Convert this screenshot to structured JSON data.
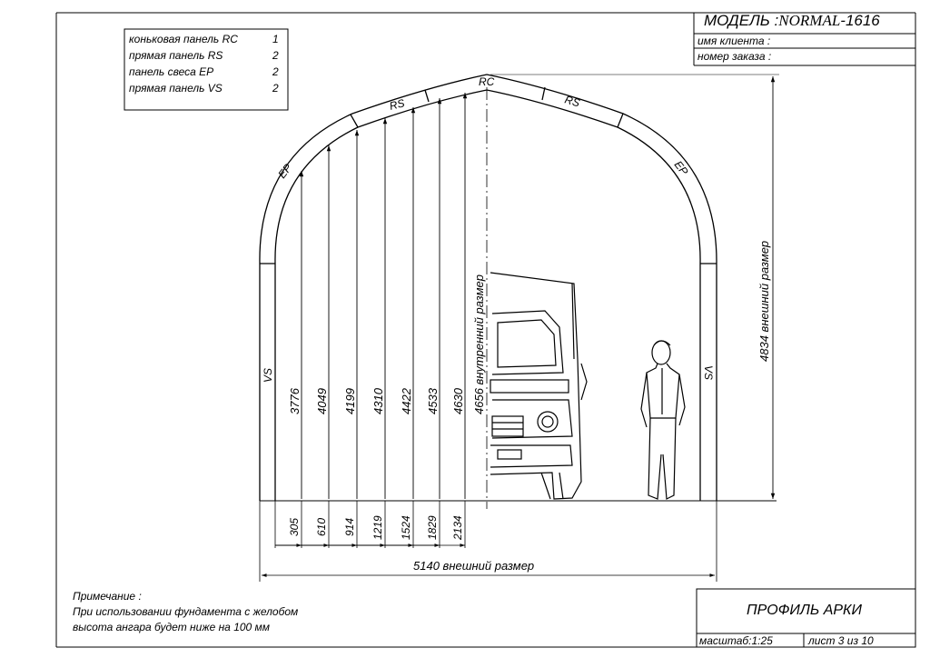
{
  "title_block": {
    "model_label": "МОДЕЛЬ :",
    "model_name": "NORMAL",
    "model_number": "-1616",
    "client_label": "имя клиента :",
    "order_label": "номер заказа :"
  },
  "legend": {
    "rows": [
      {
        "name": "коньковая панель RC",
        "qty": "1"
      },
      {
        "name": "прямая панель RS",
        "qty": "2"
      },
      {
        "name": "панель свеса EP",
        "qty": "2"
      },
      {
        "name": "прямая панель VS",
        "qty": "2"
      }
    ]
  },
  "drawing": {
    "panel_labels": {
      "rc": "RC",
      "rs_left": "RS",
      "rs_right": "RS",
      "ep_left": "EP",
      "ep_right": "EP",
      "vs_left": "VS",
      "vs_right": "VS"
    },
    "heights": [
      "3776",
      "4049",
      "4199",
      "4310",
      "4422",
      "4533",
      "4630"
    ],
    "inner_height": "4656 внутренний размер",
    "outer_height": "4834 внешний размер",
    "offsets": [
      "305",
      "610",
      "914",
      "1219",
      "1524",
      "1829",
      "2134"
    ],
    "outer_width": "5140 внешний размер"
  },
  "note": {
    "title": "Примечание :",
    "line1": "При использовании фундамента с желобом",
    "line2": "высота ангара будет ниже на  100  мм"
  },
  "sheet": {
    "title": "ПРОФИЛЬ АРКИ",
    "scale": "масштаб:1:25",
    "page": "лист 3 из 10"
  }
}
